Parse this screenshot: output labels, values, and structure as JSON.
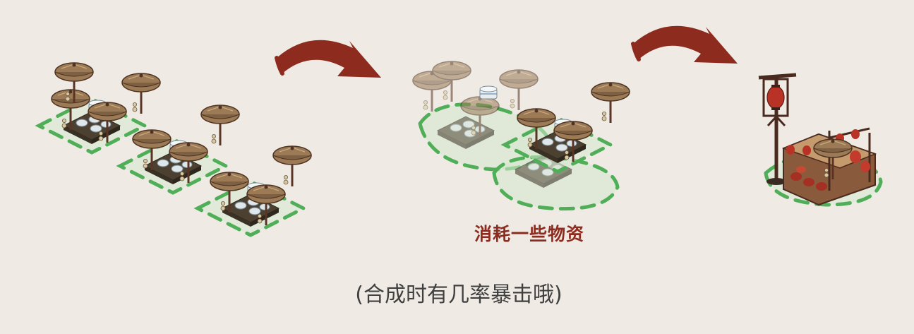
{
  "steps": [
    {
      "name": "stall-group-input"
    },
    {
      "name": "stall-group-merging"
    },
    {
      "name": "lantern-shop-result"
    }
  ],
  "captions": {
    "consume": "消耗一些物资",
    "crit_note": "(合成时有几率暴击哦)"
  },
  "colors": {
    "background": "#efebe4",
    "arrow": "#8e2b1f",
    "dash_ring": "#4fae57",
    "tile_fill": "#d6e7cf",
    "umbrella": "#9b7a55",
    "pole": "#5a3525",
    "lantern": "#b83325"
  },
  "icons": {
    "arrow_1": "curved-arrow-icon",
    "arrow_2": "curved-arrow-icon"
  }
}
